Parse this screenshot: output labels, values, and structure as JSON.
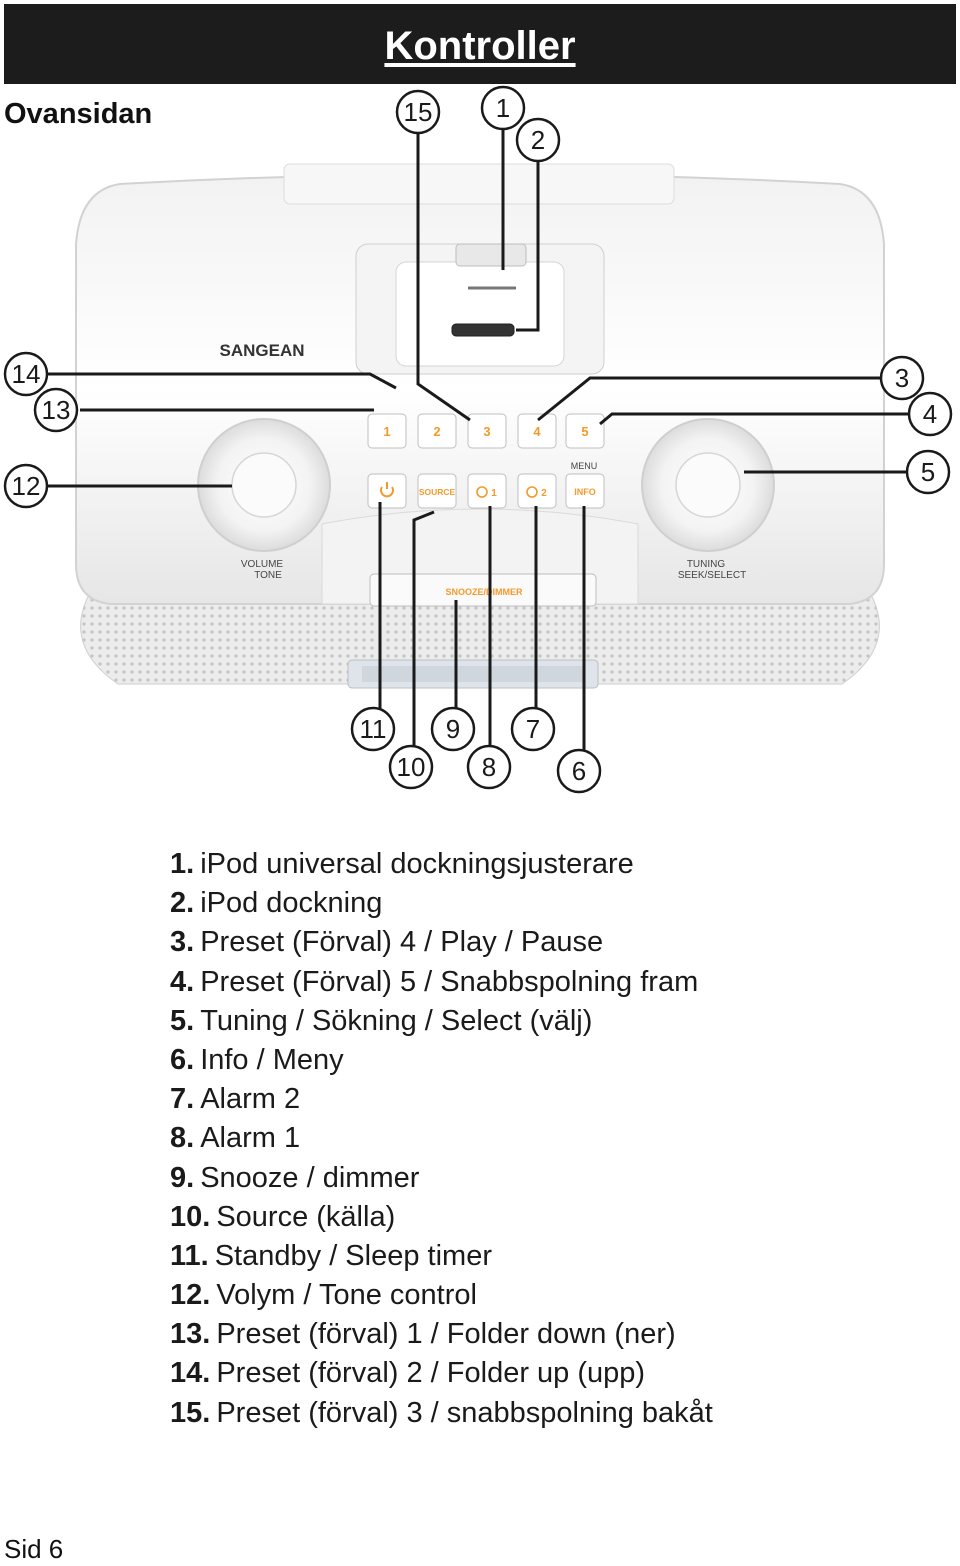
{
  "header": {
    "title": "Kontroller"
  },
  "section": {
    "label": "Ovansidan"
  },
  "device": {
    "brand": "SANGEAN",
    "buttons_top": [
      "1",
      "2",
      "3",
      "4",
      "5"
    ],
    "buttons_bottom_source": "SOURCE",
    "buttons_bottom_info": "INFO",
    "alarm1_label": "1",
    "alarm2_label": "2",
    "menu_label": "MENU",
    "volume_label": "VOLUME",
    "tone_label": "TONE",
    "tuning_label": "TUNING",
    "seek_label": "SEEK/SELECT",
    "snooze_label": "SNOOZE/DIMMER",
    "accent_color": "#f39a2c"
  },
  "callouts": [
    "1",
    "2",
    "3",
    "4",
    "5",
    "6",
    "7",
    "8",
    "9",
    "10",
    "11",
    "12",
    "13",
    "14",
    "15"
  ],
  "legend": [
    {
      "num": "1.",
      "text": "iPod universal dockningsjusterare"
    },
    {
      "num": "2.",
      "text": "iPod dockning"
    },
    {
      "num": "3.",
      "text": "Preset (Förval) 4 / Play / Pause"
    },
    {
      "num": "4.",
      "text": "Preset (Förval) 5 / Snabbspolning fram"
    },
    {
      "num": "5.",
      "text": "Tuning / Sökning / Select (välj)"
    },
    {
      "num": "6.",
      "text": "Info / Meny"
    },
    {
      "num": "7.",
      "text": "Alarm 2"
    },
    {
      "num": "8.",
      "text": "Alarm 1"
    },
    {
      "num": "9.",
      "text": "Snooze / dimmer"
    },
    {
      "num": "10.",
      "text": "Source (källa)"
    },
    {
      "num": "11.",
      "text": "Standby / Sleep timer"
    },
    {
      "num": "12.",
      "text": "Volym / Tone control"
    },
    {
      "num": "13.",
      "text": "Preset (förval) 1 / Folder down (ner)"
    },
    {
      "num": "14.",
      "text": "Preset (förval) 2 / Folder up (upp)"
    },
    {
      "num": "15.",
      "text": "Preset (förval) 3 / snabbspolning bakåt"
    }
  ],
  "footer": {
    "page": "Sid 6"
  }
}
